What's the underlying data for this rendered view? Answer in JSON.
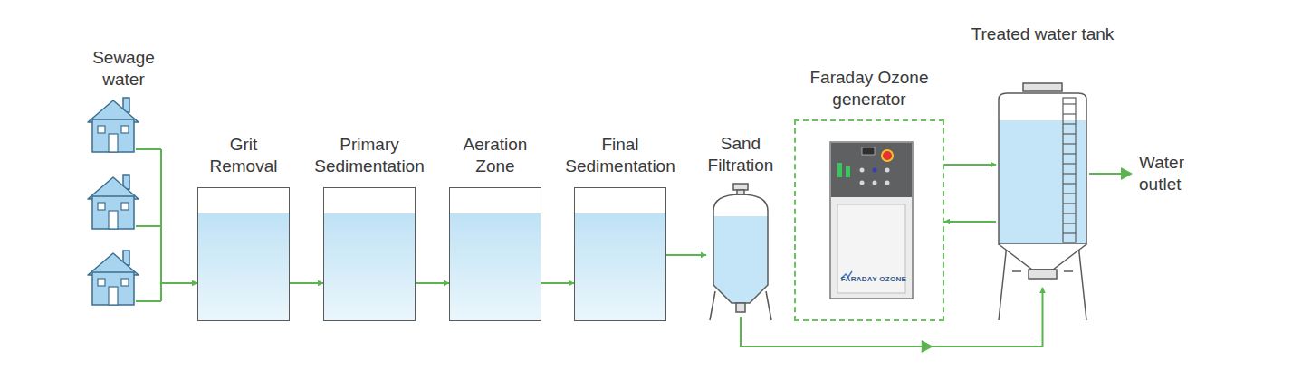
{
  "diagram": {
    "nodes": [
      {
        "text": [
          "Sewage water"
        ]
      },
      {
        "text": [
          "Grit Removal"
        ]
      },
      {
        "text": [
          "Primary Sedimentation"
        ]
      },
      {
        "text": [
          "Aeration Zone"
        ]
      },
      {
        "text": [
          "Final Sedimentation"
        ]
      },
      {
        "text": [
          "Sand Filtration"
        ]
      },
      {
        "text": [
          "Faraday Ozone generator"
        ]
      },
      {
        "text": [
          "Treated water tank"
        ]
      }
    ],
    "edges": [
      {
        "from": 0,
        "to": 1,
        "arrow": "to"
      },
      {
        "from": 1,
        "to": 2,
        "arrow": "to"
      },
      {
        "from": 2,
        "to": 3,
        "arrow": "to"
      },
      {
        "from": 3,
        "to": 4,
        "arrow": "to"
      },
      {
        "from": 4,
        "to": 5,
        "arrow": "to"
      },
      {
        "from": 5,
        "to": 7,
        "arrow": "to"
      },
      {
        "from": 6,
        "to": 7,
        "arrow": "to"
      },
      {
        "from": 7,
        "to": 6,
        "arrow": "to"
      }
    ],
    "labels": [
      "FARADAY OZONE",
      "Water outlet"
    ]
  }
}
